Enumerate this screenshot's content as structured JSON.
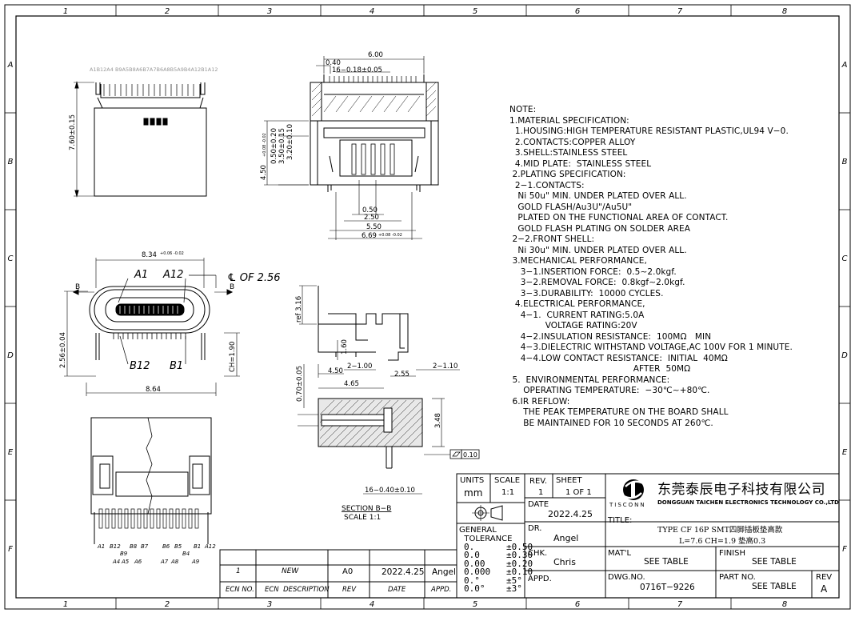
{
  "border": {
    "columns": [
      "1",
      "2",
      "3",
      "4",
      "5",
      "6",
      "7",
      "8"
    ],
    "rows": [
      "A",
      "B",
      "C",
      "D",
      "E",
      "F"
    ]
  },
  "views": {
    "front": {
      "pin_labels_top": "A1B12A4 B9A5B8A6B7A7B6A8B5A9B4A12B1A12",
      "height_dim": "7.60±0.15"
    },
    "side": {
      "dim_total": "6.00",
      "dim_040": "0.40",
      "dim_pitch": "16−0.18±0.05",
      "dim_450": "4.50",
      "dim_450_tol": "+0.08 -0.02",
      "dim_050": "0.50±0.20",
      "dim_350": "3.50±0.15",
      "dim_320": "3.20±0.10",
      "dim_050b": "0.50",
      "dim_250": "2.50",
      "dim_550": "5.50",
      "dim_669": "6.69",
      "dim_669_tol": "+0.08 -0.02"
    },
    "top": {
      "dim_834": "8.34",
      "dim_834_tol": "+0.06 -0.02",
      "label_a1": "A1",
      "label_a12": "A12",
      "label_cl": "℄ OF 2.56",
      "label_b_left": "B",
      "label_b_right": "B",
      "label_b12": "B12",
      "label_b1": "B1",
      "dim_256": "2.56±0.04",
      "dim_ch": "CH=1.90",
      "dim_864": "8.64"
    },
    "section": {
      "dim_ref": "ref 3.16",
      "dim_160": "1.60",
      "dim_450": "4.50",
      "dim_2_100": "2−1.00",
      "dim_255": "2.55",
      "dim_2_110": "2−1.10",
      "dim_070": "0.70±0.05",
      "dim_465": "4.65",
      "dim_348": "3.48",
      "flatness": "0.10",
      "title": "SECTION B−B",
      "scale": "SCALE 1:1"
    },
    "footprint": {
      "dim_pitch": "16−0.40±0.10",
      "pins": [
        "A1",
        "B12",
        "B9",
        "A4",
        "A5",
        "B8",
        "B7",
        "A6",
        "A7",
        "B6",
        "B5",
        "A8",
        "A9",
        "B4",
        "B1",
        "A12"
      ]
    }
  },
  "notes": [
    "NOTE:",
    "1.MATERIAL SPECIFICATION:",
    "  1.HOUSING:HIGH TEMPERATURE RESISTANT PLASTIC,UL94 V−0.",
    "  2.CONTACTS:COPPER ALLOY",
    "  3.SHELL:STAINLESS STEEL",
    "  4.MID PLATE:  STAINLESS STEEL",
    " 2.PLATING SPECIFICATION:",
    "  2−1.CONTACTS:",
    "   Ni 50u\" MIN. UNDER PLATED OVER ALL.",
    "   GOLD FLASH/Au3U\"/Au5U\"",
    "   PLATED ON THE FUNCTIONAL AREA OF CONTACT.",
    "   GOLD FLASH PLATING ON SOLDER AREA",
    " 2−2.FRONT SHELL:",
    "   Ni 30u\" MIN. UNDER PLATED OVER ALL.",
    " 3.MECHANICAL PERFORMANCE,",
    "    3−1.INSERTION FORCE:  0.5∼2.0kgf.",
    "    3−2.REMOVAL FORCE:  0.8kgf∼2.0kgf.",
    "    3−3.DURABILITY:  10000 CYCLES.",
    "  4.ELECTRICAL PERFORMANCE,",
    "    4−1.  CURRENT RATING:5.0A",
    "             VOLTAGE RATING:20V",
    "    4−2.INSULATION RESISTANCE:  100MΩ   MIN",
    "    4−3.DIELECTRIC WITHSTAND VOLTAGE,AC 100V FOR 1 MINUTE.",
    "    4−4.LOW CONTACT RESISTANCE:  INITIAL  40MΩ",
    "                                             AFTER  50MΩ",
    " 5.  ENVIRONMENTAL PERFORMANCE:",
    "     OPERATING TEMPERATURE:  −30℃∼+80℃.",
    " 6.IR REFLOW:",
    "     THE PEAK TEMPERATURE ON THE BOARD SHALL",
    "     BE MAINTAINED FOR 10 SECONDS AT 260℃."
  ],
  "title_block": {
    "units_label": "UNITS",
    "units_value": "mm",
    "scale_label": "SCALE",
    "scale_value": "1:1",
    "rev_label": "REV.",
    "rev_value": "1",
    "sheet_label": "SHEET",
    "sheet_value": "1 OF 1",
    "date_label": "DATE",
    "date_value": "2022.4.25",
    "dr_label": "DR.",
    "dr_value": "Angel",
    "chk_label": "CHK.",
    "chk_value": "Chris",
    "appd_label": "APPD.",
    "tolerance_label": "GENERAL\n  TOLERANCE",
    "tolerance_values": "0.      ±0.50\n0.0     ±0.30\n0.00    ±0.20\n0.000   ±0.10\n0.°     ±5°\n0.0°    ±3°",
    "company_cn": "东莞泰辰电子科技有限公司",
    "company_en": "DONGGUAN TAICHEN ELECTRONICS TECHNOLOGY CO.,LTD",
    "logo_text": "TISCONN",
    "title_label": "TITLE:",
    "title_line1": "TYPE CF 16P SMT四脚插板垫高款",
    "title_line2": "L=7.6 CH=1.9 垫高0.3",
    "matl_label": "MAT'L",
    "matl_value": "SEE TABLE",
    "finish_label": "FINISH",
    "finish_value": "SEE TABLE",
    "dwg_label": "DWG.NO.",
    "dwg_value": "0716T−9226",
    "part_label": "PART NO.",
    "part_value": "SEE TABLE",
    "rev2_label": "REV",
    "rev2_value": "A"
  },
  "revision_table": {
    "row": {
      "ecn": "1",
      "desc": "NEW",
      "rev": "A0",
      "date": "2022.4.25",
      "appd": "Angel"
    },
    "headers": {
      "ecn": "ECN NO.",
      "desc": "ECN  DESCRIPTION",
      "rev": "REV",
      "date": "DATE",
      "appd": "APPD."
    }
  }
}
